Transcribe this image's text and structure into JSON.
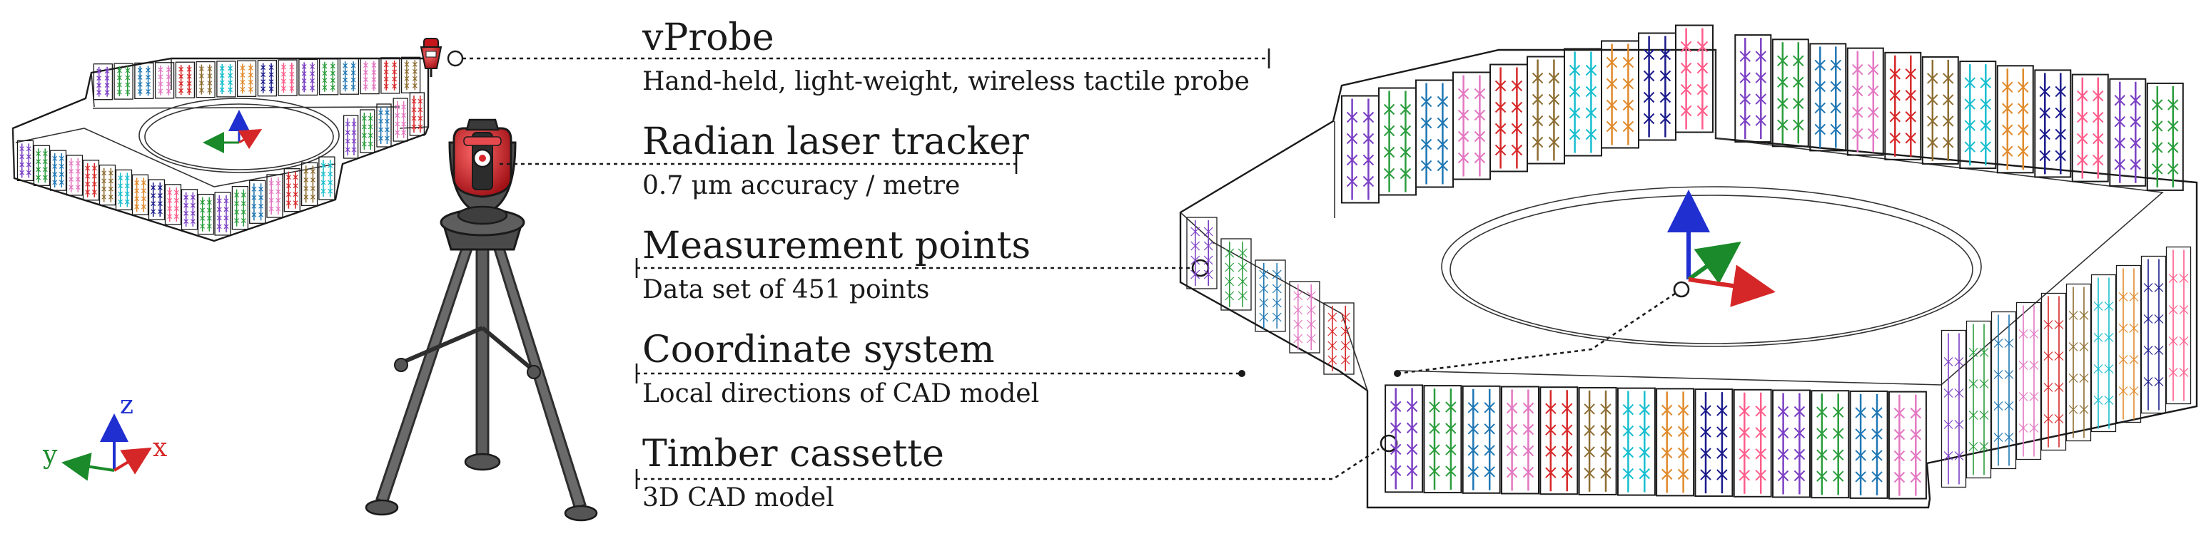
{
  "callouts": [
    {
      "id": "vprobe",
      "title": "vProbe",
      "subtitle": "Hand-held, light-weight, wireless tactile probe"
    },
    {
      "id": "tracker",
      "title": "Radian laser tracker",
      "subtitle": "0.7 μm accuracy / metre"
    },
    {
      "id": "points",
      "title": "Measurement points",
      "subtitle": "Data set of 451 points"
    },
    {
      "id": "coords",
      "title": "Coordinate system",
      "subtitle": "Local directions of CAD model"
    },
    {
      "id": "cassette",
      "title": "Timber cassette",
      "subtitle": "3D CAD model"
    }
  ],
  "axes": {
    "x": "x",
    "y": "y",
    "z": "z"
  },
  "colors": {
    "x_axis": "#d62728",
    "y_axis": "#1a8a2a",
    "z_axis": "#1f2fd0",
    "tracker_head": "#d8262b",
    "tracker_body": "#555555",
    "tripod": "#666666",
    "point_palette": [
      "#7b3fc4",
      "#2a9d3c",
      "#1f77b4",
      "#e377c2",
      "#d62728",
      "#8c6d31",
      "#17becf",
      "#e08a2c",
      "#1a1a8c",
      "#ff5c8a"
    ]
  }
}
